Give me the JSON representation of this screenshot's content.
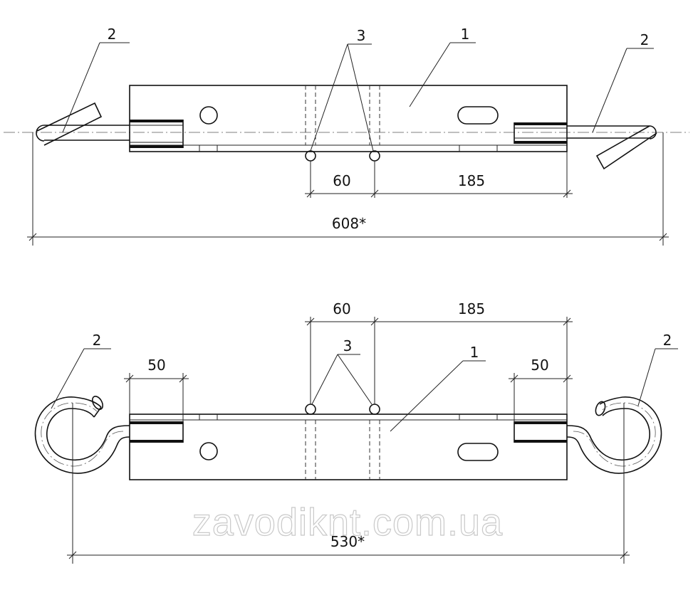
{
  "view_top": {
    "dim_left_section": "60",
    "dim_right_section": "185",
    "dim_overall": "608*",
    "callout_plate": "1",
    "callout_hook_left": "2",
    "callout_hook_right": "2",
    "callout_holes": "3"
  },
  "view_bottom": {
    "dim_left_section": "60",
    "dim_right_section": "185",
    "dim_left_sleeve": "50",
    "dim_right_sleeve": "50",
    "dim_overall": "530*",
    "callout_plate": "1",
    "callout_hook_left": "2",
    "callout_hook_right": "2",
    "callout_holes": "3"
  },
  "watermark": "zavodiknt.com.ua"
}
